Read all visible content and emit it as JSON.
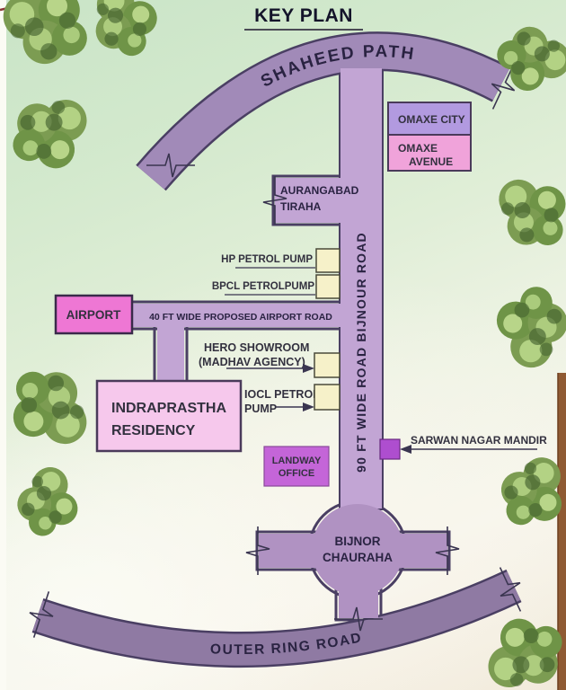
{
  "title": "KEY PLAN",
  "legend": {
    "city": "OMAXE CITY",
    "avenue_line1": "OMAXE",
    "avenue_line2": "AVENUE"
  },
  "roads": {
    "shaheed_path": "SHAHEED PATH",
    "bijnour_road": "90 FT WIDE ROAD BIJNOUR ROAD",
    "airport_road": "40 FT WIDE PROPOSED AIRPORT ROAD",
    "outer_ring_road": "OUTER RING ROAD"
  },
  "junctions": {
    "aurangabad_line1": "AURANGABAD",
    "aurangabad_line2": "TIRAHA",
    "bijnor_line1": "BIJNOR",
    "bijnor_line2": "CHAURAHA"
  },
  "landmarks": {
    "hp": "HP PETROL PUMP",
    "bpcl": "BPCL PETROLPUMP",
    "airport": "AIRPORT",
    "hero_line1": "HERO SHOWROOM",
    "hero_line2": "(MADHAV AGENCY)",
    "residency_line1": "INDRAPRASTHA",
    "residency_line2": "RESIDENCY",
    "iocl_line1": "IOCL PETROL",
    "iocl_line2": "PUMP",
    "landway_line1": "LANDWAY",
    "landway_line2": "OFFICE",
    "mandir": "SARWAN NAGAR MANDIR"
  },
  "colors": {
    "shaheed_fill": "#a18ab8",
    "bijnour_fill": "#c2a5d4",
    "roundabout_fill": "#b092c2",
    "outer_ring_fill": "#8f7aa3",
    "road_outline": "#4a3f63",
    "omaxe_city": "#b29ae0",
    "omaxe_avenue": "#f0a3da",
    "airport_pink": "#ee77d4",
    "residency_pink": "#f6c8ec",
    "landway_purple": "#c465d8",
    "mandir_purple": "#ae4ecf",
    "pump_box": "#f6f1c9",
    "tree_green_dark": "#49662f",
    "tree_green_light": "#b9d889"
  }
}
